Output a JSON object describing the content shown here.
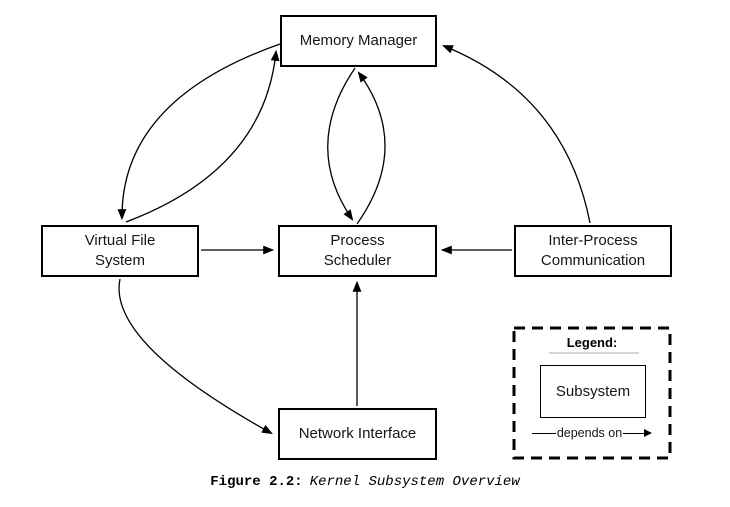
{
  "diagram": {
    "nodes": {
      "memory_manager": {
        "label": "Memory Manager"
      },
      "virtual_file_system": {
        "label": "Virtual File\nSystem"
      },
      "process_scheduler": {
        "label": "Process\nScheduler"
      },
      "inter_process_communication": {
        "label": "Inter-Process\nCommunication"
      },
      "network_interface": {
        "label": "Network Interface"
      }
    },
    "edges": [
      {
        "from": "Virtual File System",
        "to": "Process Scheduler"
      },
      {
        "from": "Inter-Process Communication",
        "to": "Process Scheduler"
      },
      {
        "from": "Network Interface",
        "to": "Process Scheduler"
      },
      {
        "from": "Memory Manager",
        "to": "Virtual File System"
      },
      {
        "from": "Virtual File System",
        "to": "Memory Manager"
      },
      {
        "from": "Memory Manager",
        "to": "Process Scheduler"
      },
      {
        "from": "Process Scheduler",
        "to": "Memory Manager"
      },
      {
        "from": "Inter-Process Communication",
        "to": "Memory Manager"
      },
      {
        "from": "Virtual File System",
        "to": "Network Interface"
      }
    ]
  },
  "legend": {
    "title": "Legend:",
    "subsystem_label": "Subsystem",
    "depends_label": "depends on"
  },
  "caption": {
    "figure_label": "Figure 2.2:",
    "figure_title": "Kernel Subsystem Overview"
  },
  "colors": {
    "line": "#000000",
    "background": "#ffffff",
    "legend_underline": "#c8c8c8"
  }
}
